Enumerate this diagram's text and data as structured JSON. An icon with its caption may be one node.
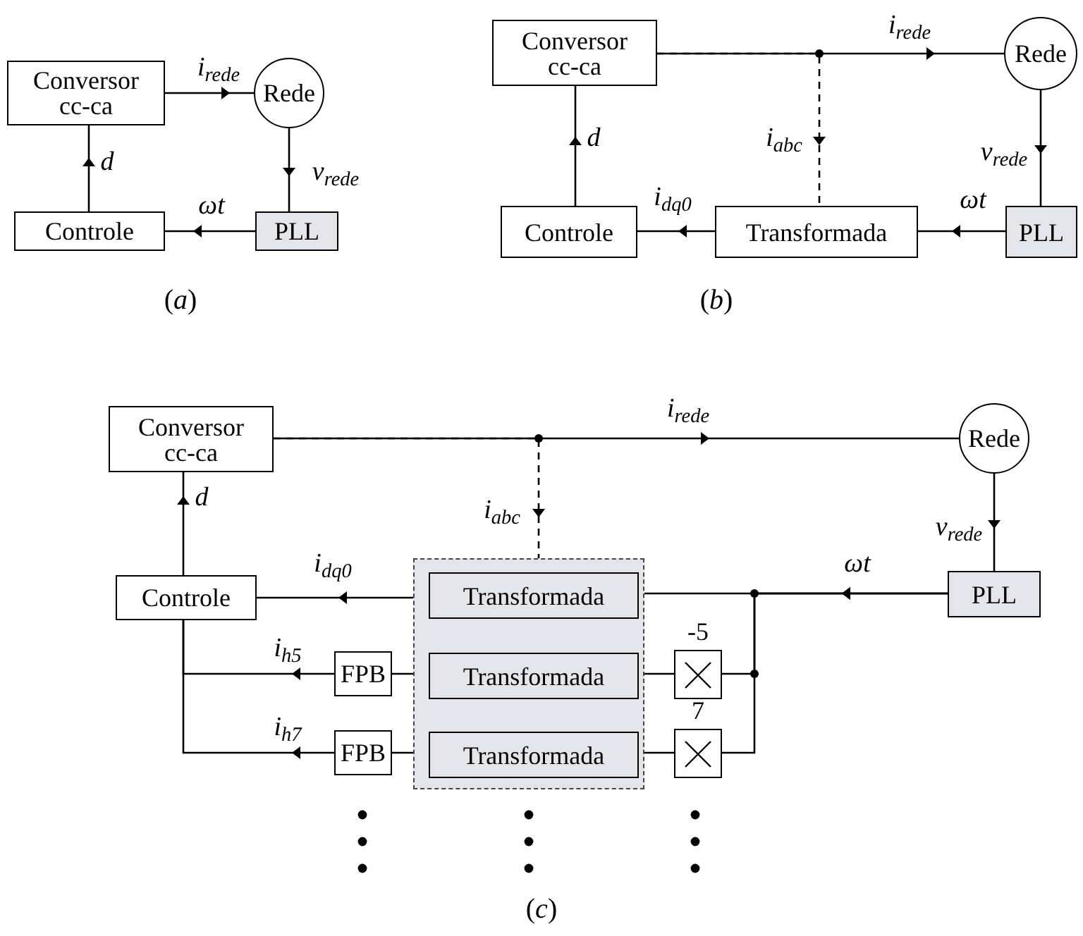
{
  "diagram": {
    "nodes": [
      {
        "text": [
          "Conversor cc-ca"
        ]
      },
      {
        "text": [
          "Rede"
        ]
      },
      {
        "text": [
          "Controle"
        ]
      },
      {
        "text": [
          "PLL"
        ]
      },
      {
        "text": [
          "Conversor cc-ca"
        ]
      },
      {
        "text": [
          "Rede"
        ]
      },
      {
        "text": [
          "Controle"
        ]
      },
      {
        "text": [
          "Transformada"
        ]
      },
      {
        "text": [
          "PLL"
        ]
      },
      {
        "text": [
          "Conversor cc-ca"
        ]
      },
      {
        "text": [
          "Rede"
        ]
      },
      {
        "text": [],
        "shape": "box"
      },
      {
        "text": [
          "Transformada"
        ],
        "in": 11
      },
      {
        "text": [
          "Transformada"
        ],
        "in": 11
      },
      {
        "text": [
          "Transformada"
        ],
        "in": 11
      },
      {
        "text": [
          "Controle"
        ]
      },
      {
        "text": [
          "PLL"
        ]
      },
      {
        "text": [
          "FPB"
        ]
      },
      {
        "text": [
          "FPB"
        ]
      },
      {
        "text": [],
        "shape": "box",
        "beside": [
          "-5"
        ]
      },
      {
        "text": [],
        "shape": "box",
        "beside": [
          "7"
        ]
      }
    ],
    "edges": [
      {
        "from": 0,
        "to": 1,
        "arrow": "to",
        "label": "i$_{rede}$"
      },
      {
        "from": 1,
        "to": 3,
        "arrow": "to",
        "label": "v$_{rede}$"
      },
      {
        "from": 3,
        "to": 2,
        "arrow": "to",
        "label": "ωt"
      },
      {
        "from": 2,
        "to": 0,
        "arrow": "to",
        "label": "d"
      },
      {
        "from": 4,
        "to": 5,
        "arrow": "to",
        "label": "i$_{rede}$"
      },
      {
        "from": 4,
        "to": 7,
        "arrow": "to",
        "label": "i$_{abc}$",
        "style": "dashed"
      },
      {
        "from": 5,
        "to": 8,
        "arrow": "to",
        "label": "v$_{rede}$"
      },
      {
        "from": 8,
        "to": 7,
        "arrow": "to",
        "label": "ωt"
      },
      {
        "from": 7,
        "to": 6,
        "arrow": "to",
        "label": "i$_{dq0}$"
      },
      {
        "from": 6,
        "to": 4,
        "arrow": "to",
        "label": "d"
      },
      {
        "from": 9,
        "to": 10,
        "arrow": "to",
        "label": "i$_{rede}$"
      },
      {
        "from": 9,
        "to": 11,
        "arrow": "to",
        "label": "i$_{abc}$",
        "style": "dashed"
      },
      {
        "from": 10,
        "to": 16,
        "arrow": "to",
        "label": "v$_{rede}$"
      },
      {
        "from": 16,
        "to": 12,
        "arrow": "to",
        "label": "ωt"
      },
      {
        "from": 16,
        "to": 19,
        "arrow": "to"
      },
      {
        "from": 16,
        "to": 20,
        "arrow": "to"
      },
      {
        "from": 12,
        "to": 15,
        "arrow": "to",
        "label": "i$_{dq0}$"
      },
      {
        "from": 19,
        "to": 13,
        "arrow": "none"
      },
      {
        "from": 20,
        "to": 14,
        "arrow": "none"
      },
      {
        "from": 13,
        "to": 17,
        "arrow": "none"
      },
      {
        "from": 14,
        "to": 18,
        "arrow": "none"
      },
      {
        "from": 17,
        "to": 15,
        "arrow": "to",
        "label": "i$_{h5}$"
      },
      {
        "from": 18,
        "to": 15,
        "arrow": "to",
        "label": "i$_{h7}$"
      },
      {
        "from": 15,
        "to": 9,
        "arrow": "to",
        "label": "d"
      }
    ],
    "labels": [
      "(*a*)",
      "(*b*)",
      "(*c*)"
    ]
  }
}
